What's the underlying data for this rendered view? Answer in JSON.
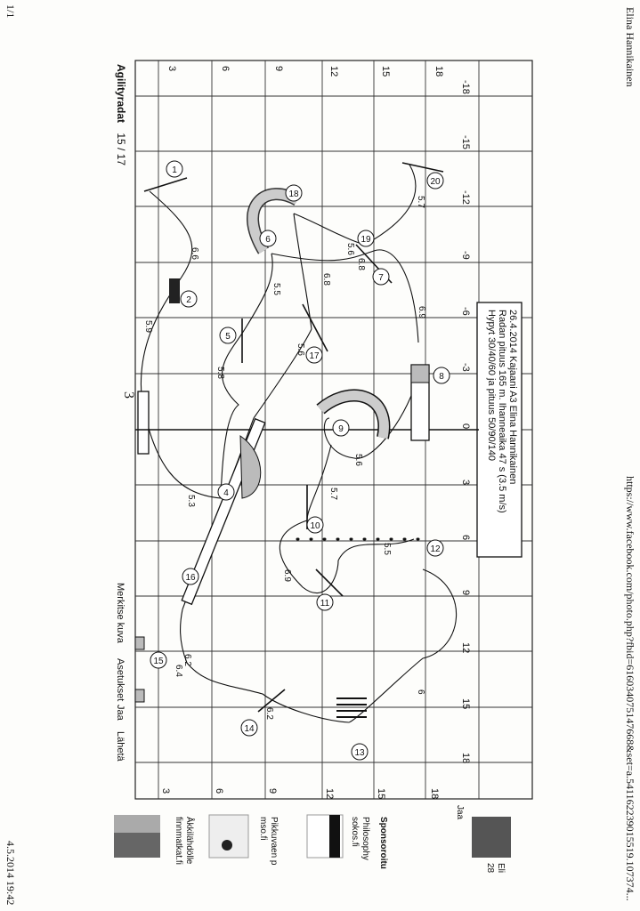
{
  "header": {
    "author": "Elina Hannikainen",
    "url": "https://www.facebook.com/photo.php?fbid=616034075147668&set=a.541162239015519.107374...",
    "page_count": "1/1",
    "date": "4.5.2014 19:42"
  },
  "course": {
    "title": "Agilityradat",
    "page_ref": "15 / 17",
    "info_line1": "26.4.2014 Kajaani A3 Elina Hannikainen",
    "info_line2": "Radan pituus 165 m. Ihanneaika 47 s (3.5 m/s)",
    "info_line3": "Hypyt 30/40/60 ja pituus 50/90/140",
    "handwritten_mark": "3"
  },
  "axis": {
    "top_labels": [
      "-18",
      "-15",
      "-12",
      "-9",
      "-6",
      "-3",
      "0",
      "3",
      "6",
      "9",
      "12",
      "15",
      "18"
    ],
    "left_labels": [
      "18",
      "15",
      "12",
      "9",
      "6",
      "3"
    ],
    "right_labels": [
      "18",
      "15",
      "12",
      "9",
      "6",
      "3"
    ]
  },
  "obstacles": [
    "1",
    "2",
    "3",
    "4",
    "5",
    "6",
    "7",
    "8",
    "9",
    "10",
    "11",
    "12",
    "13",
    "14",
    "15",
    "16",
    "17",
    "18",
    "19",
    "20"
  ],
  "distances": [
    "6.6",
    "5.9",
    "5.5",
    "6.8",
    "5.6",
    "6.8",
    "6.9",
    "5.7",
    "5.8",
    "5.6",
    "5.6",
    "5.7",
    "5.3",
    "5.5",
    "6.9",
    "6.2",
    "6.4",
    "6.2",
    "6"
  ],
  "facebook": {
    "actions": [
      "Merkitse kuva",
      "Asetukset",
      "Jaa",
      "Lähetä"
    ],
    "share_label": "Jaa",
    "user_name": "Eli",
    "user_count": "28",
    "sponsored_label": "Sponsoroitu",
    "ads": [
      {
        "title": "Philosophy",
        "site": "sokos.fi"
      },
      {
        "title": "Pikkuvaen p",
        "site": "mso.fi"
      },
      {
        "title": "Åkkilähdölle",
        "site": "finnmatkat.fi"
      }
    ]
  }
}
